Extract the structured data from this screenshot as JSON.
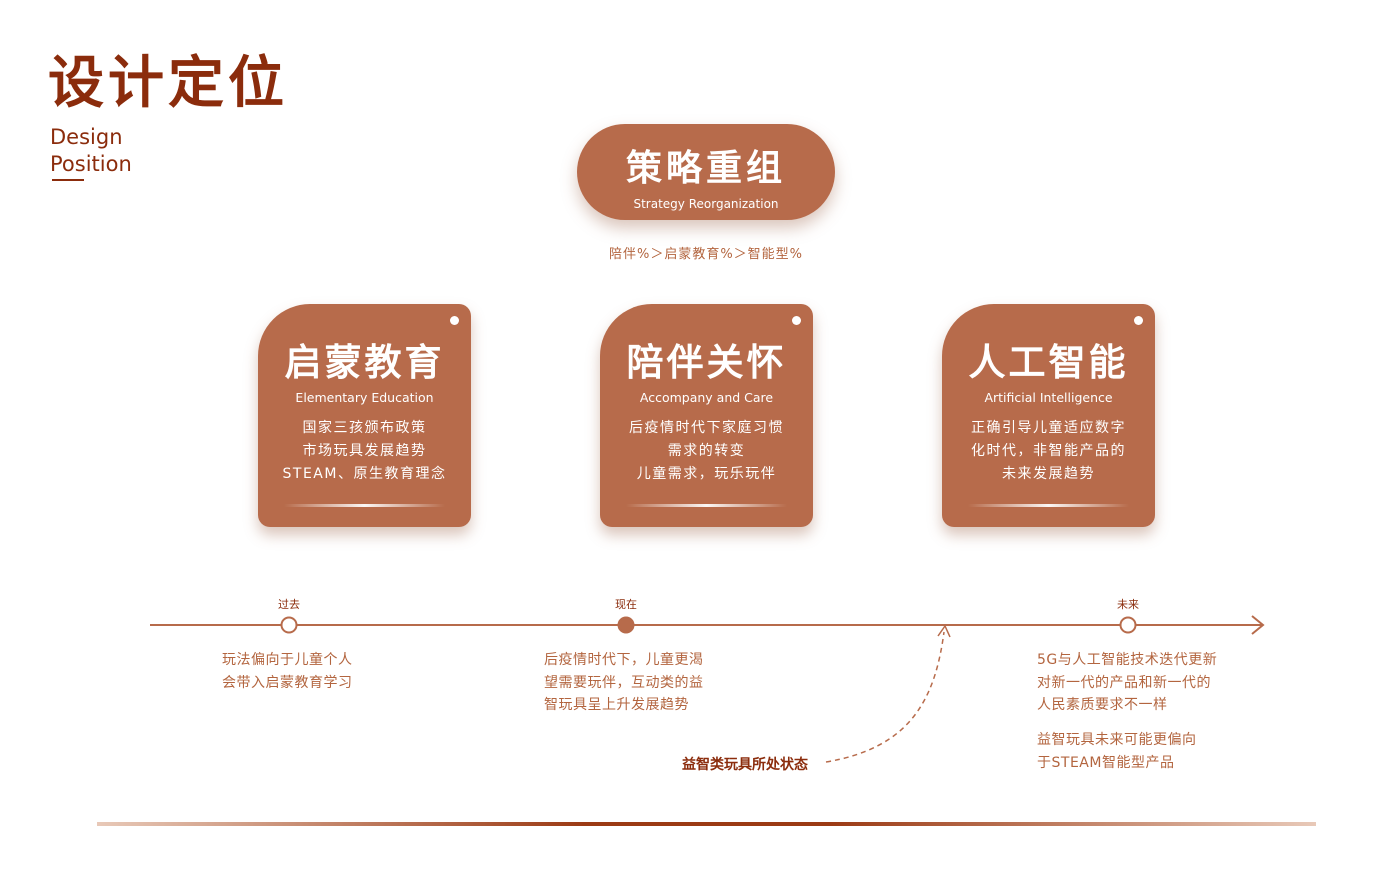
{
  "header": {
    "title": "设计定位",
    "subtitle_line1": "Design",
    "subtitle_line2": "Position"
  },
  "top_pill": {
    "title": "策略重组",
    "subtitle": "Strategy Reorganization",
    "caption": "陪伴%＞启蒙教育%＞智能型%"
  },
  "cards": [
    {
      "title": "启蒙教育",
      "subtitle": "Elementary Education",
      "lines": [
        "国家三孩颁布政策",
        "市场玩具发展趋势",
        "STEAM、原生教育理念"
      ]
    },
    {
      "title": "陪伴关怀",
      "subtitle": "Accompany and Care",
      "lines": [
        "后疫情时代下家庭习惯",
        "需求的转变",
        "儿童需求，玩乐玩伴"
      ]
    },
    {
      "title": "人工智能",
      "subtitle": "Artificial Intelligence",
      "lines": [
        "正确引导儿童适应数字",
        "化时代，非智能产品的",
        "未来发展趋势"
      ]
    }
  ],
  "timeline": {
    "points": [
      {
        "label": "过去",
        "lines": [
          "玩法偏向于儿童个人",
          "会带入启蒙教育学习"
        ]
      },
      {
        "label": "现在",
        "lines": [
          "后疫情时代下，儿童更渴",
          "望需要玩伴，互动类的益",
          "智玩具呈上升发展趋势"
        ]
      },
      {
        "label": "未来",
        "lines": [
          "5G与人工智能技术迭代更新",
          "对新一代的产品和新一代的",
          "人民素质要求不一样"
        ],
        "extra_lines": [
          "益智玩具未来可能更偏向",
          "于STEAM智能型产品"
        ]
      }
    ],
    "state_label": "益智类玩具所处状态"
  },
  "colors": {
    "primary": "#b76b4b",
    "dark": "#8b2c0c",
    "text": "#b3653f"
  }
}
